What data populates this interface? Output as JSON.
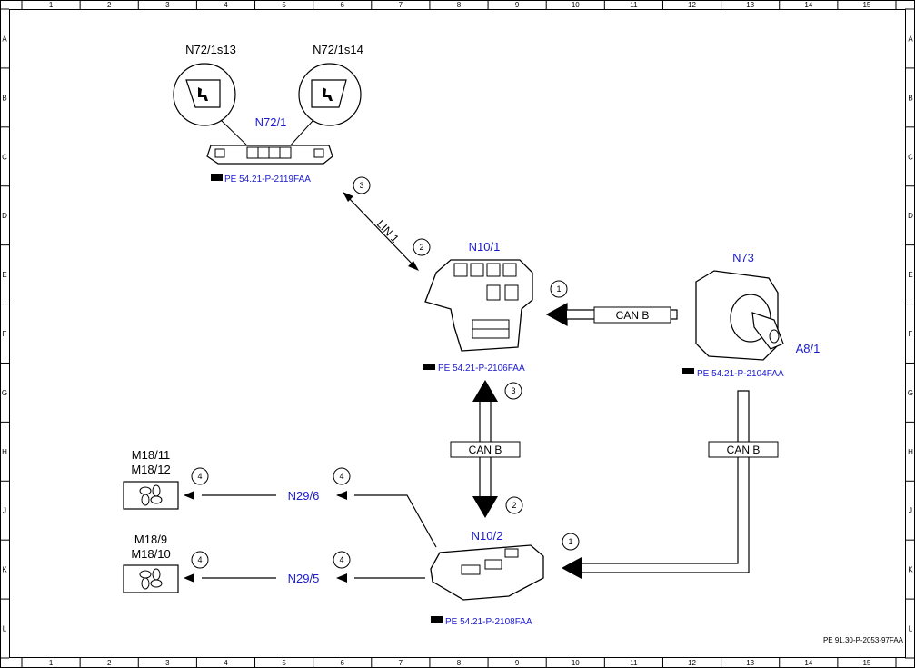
{
  "columns": [
    "1",
    "2",
    "3",
    "4",
    "5",
    "6",
    "7",
    "8",
    "9",
    "10",
    "11",
    "12",
    "13",
    "14",
    "15"
  ],
  "rows": [
    "A",
    "B",
    "C",
    "D",
    "E",
    "F",
    "G",
    "H",
    "J",
    "K",
    "L"
  ],
  "components": {
    "n72_1s13": "N72/1s13",
    "n72_1s14": "N72/1s14",
    "n72_1": "N72/1",
    "n10_1": "N10/1",
    "n73": "N73",
    "a8_1": "A8/1",
    "n10_2": "N10/2",
    "m18_11": "M18/11",
    "m18_12": "M18/12",
    "m18_9": "M18/9",
    "m18_10": "M18/10",
    "n29_6": "N29/6",
    "n29_5": "N29/5"
  },
  "references": {
    "ref_n72": "PE 54.21-P-2119FAA",
    "ref_n10_1": "PE 54.21-P-2106FAA",
    "ref_n73": "PE 54.21-P-2104FAA",
    "ref_n10_2": "PE 54.21-P-2108FAA"
  },
  "buses": {
    "lin1": "LIN 1",
    "can_b_top": "CAN B",
    "can_b_mid": "CAN B",
    "can_b_right": "CAN B"
  },
  "steps": {
    "s_lin_3": "3",
    "s_lin_2": "2",
    "s_n10_1": "1",
    "s_can_3": "3",
    "s_can_2": "2",
    "s_n10_2_1": "1",
    "s_fan1_a": "4",
    "s_fan1_b": "4",
    "s_fan2_a": "4",
    "s_fan2_b": "4"
  },
  "doc_id": "PE 91.30-P-2053-97FAA",
  "colors": {
    "blue": "#1a1ad0",
    "line": "#000000"
  }
}
